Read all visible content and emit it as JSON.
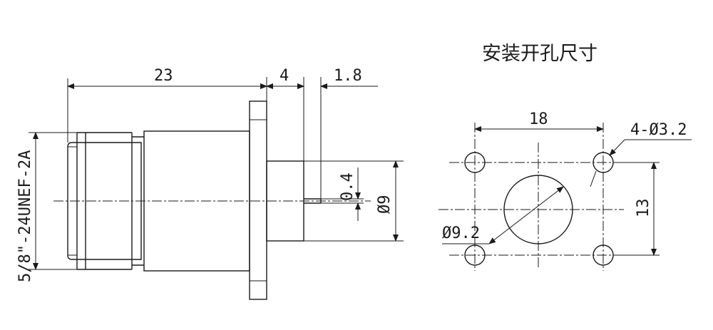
{
  "title": "安装开孔尺寸",
  "side_view": {
    "dim_length": "23",
    "dim_flange": "4",
    "dim_pin_offset": "1.8",
    "dim_pin_diameter": "0.4",
    "dim_body_diameter": "Ø9",
    "thread_label": "5/8\"-24UNEF-2A"
  },
  "panel_cutout": {
    "dim_hole_spacing_x": "18",
    "dim_mount_holes": "4-Ø3.2",
    "dim_hole_spacing_y": "13",
    "dim_center_hole": "Ø9.2"
  }
}
